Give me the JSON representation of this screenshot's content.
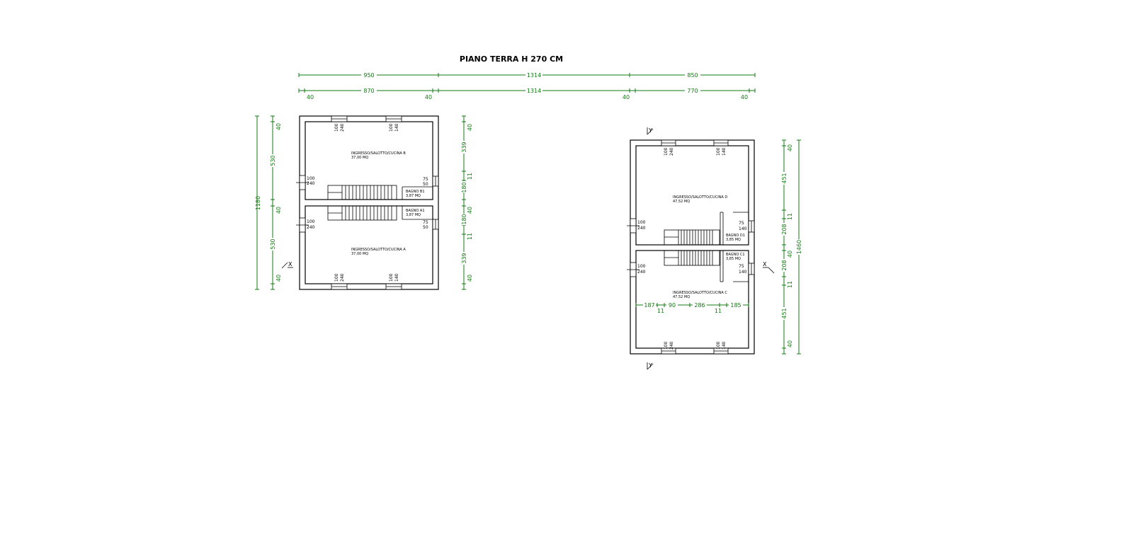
{
  "title": "PIANO TERRA H 270 CM",
  "top_dims": {
    "row1": [
      "950",
      "1314",
      "850"
    ],
    "row2": [
      "40",
      "870",
      "40",
      "1314",
      "40",
      "770",
      "40"
    ]
  },
  "left_building": {
    "left_dims": [
      "40",
      "530",
      "40",
      "530",
      "40"
    ],
    "overall": "1180",
    "right_dims": [
      "40",
      "339",
      "11",
      "180",
      "40",
      "180",
      "11",
      "339",
      "40"
    ],
    "room_b": {
      "name": "INGRESSO/SALOTTO/CUCINA B",
      "area": "37,00 MQ"
    },
    "room_a": {
      "name": "INGRESSO/SALOTTO/CUCINA A",
      "area": "37,00 MQ"
    },
    "bath_b": {
      "name": "BAGNO B1",
      "area": "3,87 MQ"
    },
    "bath_a": {
      "name": "BAGNO A1",
      "area": "3,87 MQ"
    },
    "window_top_1": [
      "100",
      "240"
    ],
    "window_top_2": [
      "100",
      "140"
    ],
    "window_bot_1": [
      "100",
      "240"
    ],
    "window_bot_2": [
      "100",
      "140"
    ],
    "door_left_1": [
      "100",
      "240"
    ],
    "door_left_2": [
      "100",
      "240"
    ],
    "win_bath_1": [
      "75",
      "50"
    ],
    "win_bath_2": [
      "75",
      "50"
    ],
    "section_x": "X"
  },
  "right_building": {
    "right_dims": [
      "40",
      "451",
      "11",
      "208",
      "40",
      "208",
      "11",
      "451",
      "40"
    ],
    "overall": "1460",
    "room_d": {
      "name": "INGRESSO/SALOTTO/CUCINA D",
      "area": "47,52 MQ"
    },
    "room_c": {
      "name": "INGRESSO/SALOTTO/CUCINA C",
      "area": "47,52 MQ"
    },
    "bath_d": {
      "name": "BAGNO D1",
      "area": "3,85 MQ"
    },
    "bath_c": {
      "name": "BAGNO C1",
      "area": "3,85 MQ"
    },
    "inner_dims": [
      "187",
      "90",
      "286",
      "185"
    ],
    "inner_sub": [
      "11",
      "11"
    ],
    "window_top_1": [
      "100",
      "240"
    ],
    "window_top_2": [
      "100",
      "140"
    ],
    "window_bot_1": [
      "100",
      "240"
    ],
    "window_bot_2": [
      "100",
      "140"
    ],
    "door_left_1": [
      "100",
      "240"
    ],
    "door_left_2": [
      "100",
      "240"
    ],
    "win_bath_1": [
      "75",
      "140"
    ],
    "win_bath_2": [
      "75",
      "140"
    ],
    "section_y_top": "Y",
    "section_y_bot": "Y",
    "section_x": "X"
  }
}
